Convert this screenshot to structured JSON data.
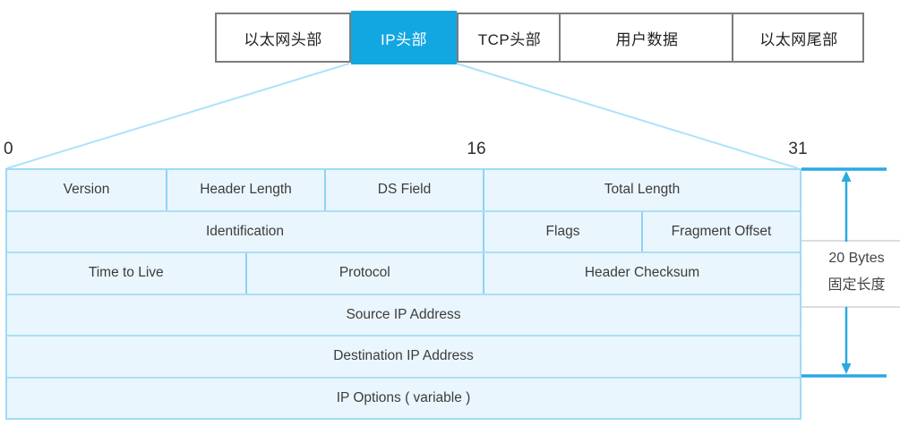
{
  "packet_bar": {
    "segments": [
      {
        "label": "以太网头部",
        "highlighted": false
      },
      {
        "label": "IP头部",
        "highlighted": true
      },
      {
        "label": "TCP头部",
        "highlighted": false
      },
      {
        "label": "用户数据",
        "highlighted": false
      },
      {
        "label": "以太网尾部",
        "highlighted": false
      }
    ]
  },
  "bit_ruler": {
    "start": "0",
    "middle": "16",
    "end": "31"
  },
  "ip_header_fields": {
    "rows": [
      [
        "Version",
        "Header Length",
        "DS Field",
        "Total Length"
      ],
      [
        "Identification",
        "Flags",
        "Fragment Offset"
      ],
      [
        "Time to Live",
        "Protocol",
        "Header Checksum"
      ],
      [
        "Source IP Address"
      ],
      [
        "Destination IP Address"
      ],
      [
        "IP Options ( variable )"
      ]
    ]
  },
  "size_annotation": {
    "line1": "20 Bytes",
    "line2": "固定长度"
  },
  "colors": {
    "highlight_blue": "#12A7E0",
    "arrow_blue": "#29A9E2",
    "cell_fill": "#EAF6FD",
    "cell_border": "#9FDAF4",
    "bar_border": "#7C7C7C"
  }
}
